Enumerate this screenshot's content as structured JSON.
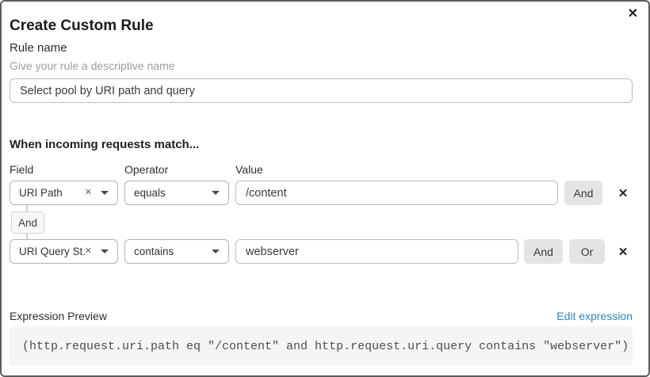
{
  "dialog": {
    "title": "Create Custom Rule"
  },
  "icons": {
    "close": "✕",
    "clear": "✕",
    "delete": "✕"
  },
  "rule_name": {
    "label": "Rule name",
    "hint": "Give your rule a descriptive name",
    "value": "Select pool by URI path and query"
  },
  "match": {
    "heading": "When incoming requests match...",
    "columns": {
      "field": "Field",
      "operator": "Operator",
      "value": "Value"
    },
    "rows": [
      {
        "field": "URI Path",
        "operator": "equals",
        "value": "/content",
        "and_label": "And"
      },
      {
        "field": "URI Query St...",
        "operator": "contains",
        "value": "webserver",
        "and_label": "And",
        "or_label": "Or"
      }
    ],
    "connector_label": "And"
  },
  "expression_preview": {
    "label": "Expression Preview",
    "edit_link": "Edit expression",
    "expression": "(http.request.uri.path eq \"/content\" and http.request.uri.query contains \"webserver\")"
  },
  "colors": {
    "link_blue": "#2e85c0",
    "button_gray": "#e4e4e4",
    "code_background": "#f5f5f6",
    "border_gray": "#bdbdbd"
  }
}
